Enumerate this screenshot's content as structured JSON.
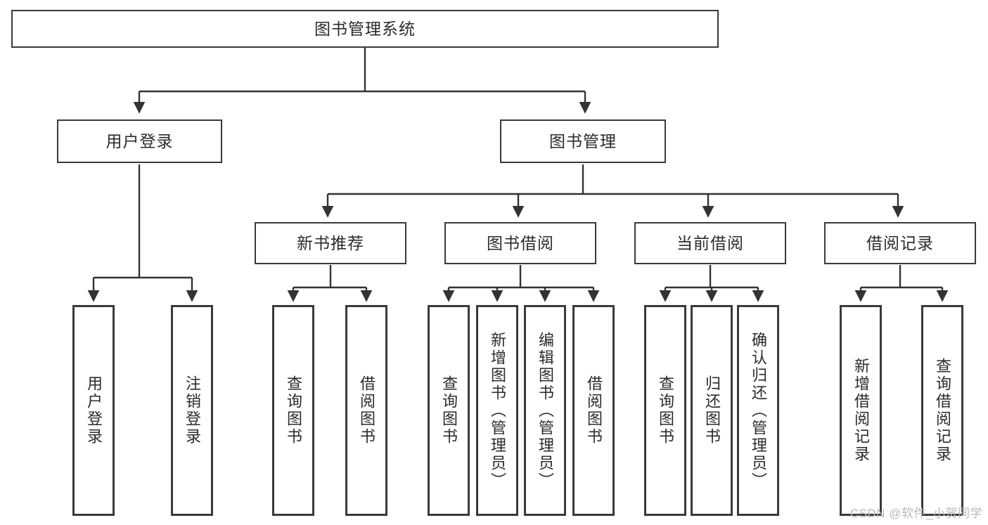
{
  "diagram": {
    "type": "tree",
    "title": "图书管理系统",
    "orientation": "top-down",
    "colors": {
      "box_border": "#3a3a3a",
      "box_fill": "#ffffff",
      "edge": "#333333",
      "text": "#2b2b2b",
      "watermark": "#b9b9b9"
    },
    "levels": {
      "level1": [
        "图书管理系统"
      ],
      "level2": [
        "用户登录",
        "图书管理"
      ],
      "level3": [
        "新书推荐",
        "图书借阅",
        "当前借阅",
        "借阅记录"
      ],
      "level4": [
        "用户登录",
        "注销登录",
        "查询图书",
        "借阅图书",
        "查询图书",
        "新增图书（管理员）",
        "编辑图书（管理员）",
        "借阅图书",
        "查询图书",
        "归还图书",
        "确认归还（管理员）",
        "新增借阅记录",
        "查询借阅记录"
      ]
    },
    "nodes": {
      "root": {
        "label": "图书管理系统"
      },
      "user_login": {
        "label": "用户登录"
      },
      "book_manage": {
        "label": "图书管理"
      },
      "new_book_rec": {
        "label": "新书推荐"
      },
      "book_borrow": {
        "label": "图书借阅"
      },
      "current_borrow": {
        "label": "当前借阅"
      },
      "borrow_record": {
        "label": "借阅记录"
      },
      "leaf_user_login": {
        "label": "用户登录"
      },
      "leaf_logout": {
        "label": "注销登录"
      },
      "leaf_query_book_1": {
        "label": "查询图书"
      },
      "leaf_borrow_book_1": {
        "label": "借阅图书"
      },
      "leaf_query_book_2": {
        "label": "查询图书"
      },
      "leaf_add_book": {
        "label": "新增图书（管理员）"
      },
      "leaf_edit_book": {
        "label": "编辑图书（管理员）"
      },
      "leaf_borrow_book_2": {
        "label": "借阅图书"
      },
      "leaf_query_book_3": {
        "label": "查询图书"
      },
      "leaf_return_book": {
        "label": "归还图书"
      },
      "leaf_confirm_return": {
        "label": "确认归还（管理员）"
      },
      "leaf_add_record": {
        "label": "新增借阅记录"
      },
      "leaf_query_record": {
        "label": "查询借阅记录"
      }
    },
    "edges": [
      {
        "from": "root",
        "to": "user_login"
      },
      {
        "from": "root",
        "to": "book_manage"
      },
      {
        "from": "user_login",
        "to": "leaf_user_login"
      },
      {
        "from": "user_login",
        "to": "leaf_logout"
      },
      {
        "from": "book_manage",
        "to": "new_book_rec"
      },
      {
        "from": "book_manage",
        "to": "book_borrow"
      },
      {
        "from": "book_manage",
        "to": "current_borrow"
      },
      {
        "from": "book_manage",
        "to": "borrow_record"
      },
      {
        "from": "new_book_rec",
        "to": "leaf_query_book_1"
      },
      {
        "from": "new_book_rec",
        "to": "leaf_borrow_book_1"
      },
      {
        "from": "book_borrow",
        "to": "leaf_query_book_2"
      },
      {
        "from": "book_borrow",
        "to": "leaf_add_book"
      },
      {
        "from": "book_borrow",
        "to": "leaf_edit_book"
      },
      {
        "from": "book_borrow",
        "to": "leaf_borrow_book_2"
      },
      {
        "from": "current_borrow",
        "to": "leaf_query_book_3"
      },
      {
        "from": "current_borrow",
        "to": "leaf_return_book"
      },
      {
        "from": "current_borrow",
        "to": "leaf_confirm_return"
      },
      {
        "from": "borrow_record",
        "to": "leaf_add_record"
      },
      {
        "from": "borrow_record",
        "to": "leaf_query_record"
      }
    ]
  },
  "watermark": {
    "text": "CSDN @软件_小贺同学"
  }
}
